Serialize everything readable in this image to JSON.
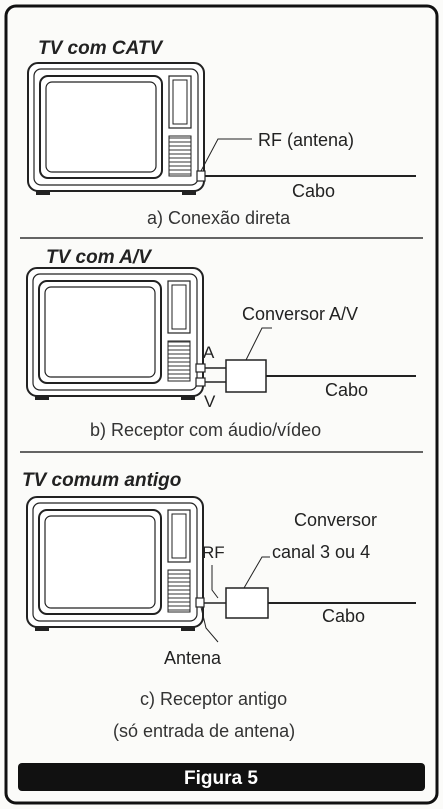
{
  "panels": [
    {
      "title": "TV com CATV",
      "label_rf": "RF (antena)",
      "label_cable": "Cabo",
      "caption": "a) Conexão direta"
    },
    {
      "title": "TV com A/V",
      "label_converter": "Conversor A/V",
      "label_a": "A",
      "label_v": "V",
      "label_cable": "Cabo",
      "caption": "b) Receptor com áudio/vídeo"
    },
    {
      "title": "TV comum antigo",
      "label_converter_line1": "Conversor",
      "label_converter_line2": "canal 3 ou 4",
      "label_rf": "RF",
      "label_cable": "Cabo",
      "label_antenna": "Antena",
      "caption_line1": "c) Receptor antigo",
      "caption_line2": "(só entrada de antena)"
    }
  ],
  "figure_label": "Figura 5",
  "colors": {
    "ink": "#222222",
    "banner": "#111111",
    "paper": "#fbfbf9"
  }
}
